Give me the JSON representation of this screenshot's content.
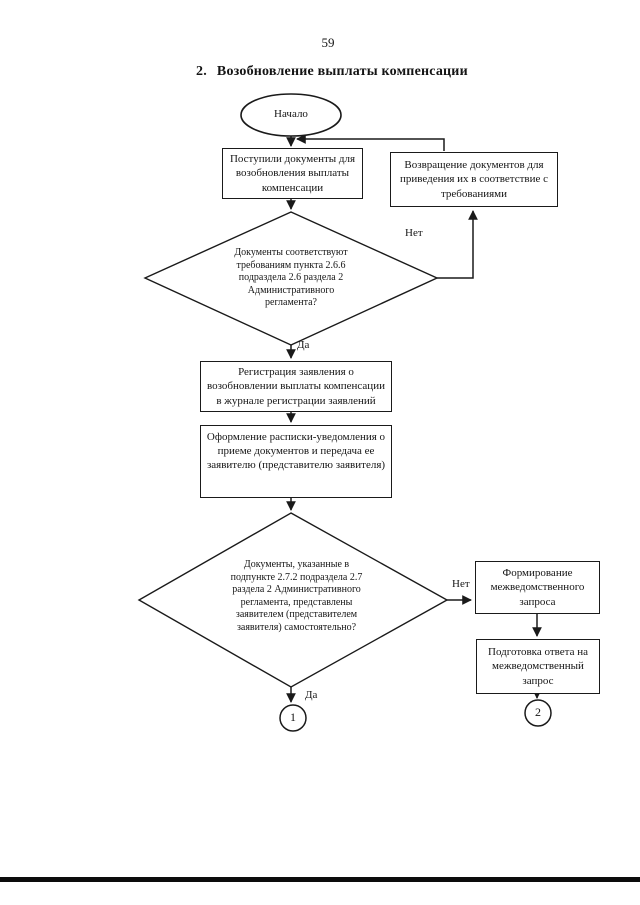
{
  "page": {
    "number": "59"
  },
  "title": {
    "index": "2.",
    "text": "Возобновление выплаты компенсации"
  },
  "flowchart": {
    "start_label": "Начало",
    "box_received": "Поступили документы для\nвозобновления выплаты\nкомпенсации",
    "box_return": "Возвращение документов для\nприведения их в соответствие с\nтребованиями",
    "decision_compliance": "Документы соответствуют\nтребованиям пункта 2.6.6\nподраздела 2.6 раздела 2\nАдминистративного\nрегламента?",
    "box_registration": "Регистрация заявления о\nвозобновлении выплаты компенсации\nв журнале регистрации заявлений",
    "box_receipt": "Оформление расписки-уведомления о\nприеме документов и передача ее\nзаявителю (представителю заявителя)",
    "decision_self_submitted": "Документы, указанные в\nподпункте 2.7.2 подраздела 2.7\nраздела 2 Административного\nрегламента, представлены\nзаявителем  (представителем\nзаявителя) самостоятельно?",
    "box_form_request": "Формирование\nмежведомственного\nзапроса",
    "box_prepare_answer": "Подготовка ответа на\nмежведомственный\nзапрос",
    "label_yes_1": "Да",
    "label_no_1": "Нет",
    "label_yes_2": "Да",
    "label_no_2": "Нет",
    "connector_1": "1",
    "connector_2": "2"
  },
  "colors": {
    "ink": "#1a1a1a",
    "paper": "#ffffff"
  }
}
